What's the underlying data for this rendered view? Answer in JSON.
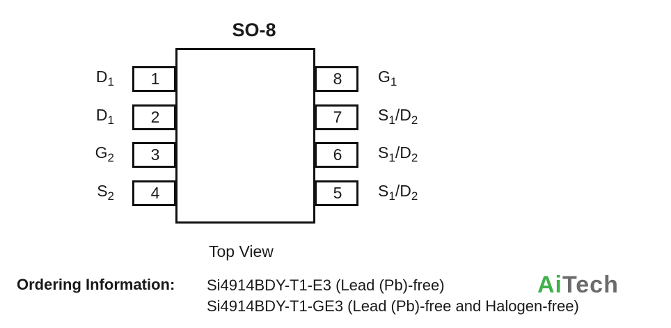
{
  "title": "SO-8",
  "view": "Top View",
  "pins_left": [
    {
      "num": "1",
      "base": "D",
      "sub": "1"
    },
    {
      "num": "2",
      "base": "D",
      "sub": "1"
    },
    {
      "num": "3",
      "base": "G",
      "sub": "2"
    },
    {
      "num": "4",
      "base": "S",
      "sub": "2"
    }
  ],
  "pins_right": [
    {
      "num": "8",
      "label": "G1",
      "base1": "G",
      "sub1": "1",
      "base2": "",
      "sub2": ""
    },
    {
      "num": "7",
      "label": "S1/D2",
      "base1": "S",
      "sub1": "1",
      "base2": "/D",
      "sub2": "2"
    },
    {
      "num": "6",
      "label": "S1/D2",
      "base1": "S",
      "sub1": "1",
      "base2": "/D",
      "sub2": "2"
    },
    {
      "num": "5",
      "label": "S1/D2",
      "base1": "S",
      "sub1": "1",
      "base2": "/D",
      "sub2": "2"
    }
  ],
  "ordering": {
    "title": "Ordering Information:",
    "lines": [
      "Si4914BDY-T1-E3 (Lead (Pb)-free)",
      "Si4914BDY-T1-GE3 (Lead (Pb)-free and Halogen-free)"
    ]
  },
  "logo": {
    "part1": "Ai",
    "part2": "Tech",
    "color1": "#3fb24a",
    "color2": "#6b6b6b"
  }
}
